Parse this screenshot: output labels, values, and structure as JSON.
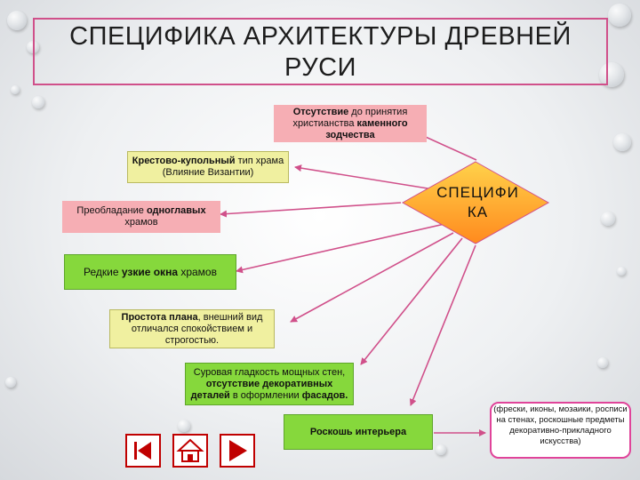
{
  "title": {
    "line1": "СПЕЦИФИКА АРХИТЕКТУРЫ ДРЕВНЕЙ",
    "line2": "РУСИ"
  },
  "center": {
    "line1": "СПЕЦИФИ",
    "line2": "КА"
  },
  "boxes": {
    "absence": {
      "bold1": "Отсутствие",
      "t1": " до принятия христианства ",
      "bold2": "каменного зодчества"
    },
    "cross": {
      "bold1": "Крестово-купольный",
      "t1": " тип храма (Влияние Византии)"
    },
    "domes": {
      "t1": "Преобладание ",
      "bold1": "одноглавых",
      "t2": " храмов"
    },
    "windows": {
      "t1": "Редкие ",
      "bold1": "узкие окна",
      "t2": " храмов"
    },
    "plan": {
      "bold1": "Простота плана",
      "t1": ", внешний вид отличался  спокойствием и строгостью."
    },
    "walls": {
      "t1": "Суровая гладкость мощных стен, ",
      "bold1": "отсутствие декоративных деталей",
      "t2": " в оформлении ",
      "bold2": "фасадов."
    },
    "luxury": {
      "bold1": "Роскошь интерьера"
    }
  },
  "note": "(фрески, иконы, мозаики, росписи на стенах, роскошные предметы декоративно-прикладного искусства)",
  "colors": {
    "title_border": "#d0508a",
    "arrow": "#d0508a",
    "rose": "#f6aeb4",
    "green": "#86d83c",
    "yellow": "#f0f0a0",
    "nav": "#c00000"
  },
  "nav": {
    "icons": [
      "skip-to-start-icon",
      "home-icon",
      "next-icon"
    ]
  }
}
